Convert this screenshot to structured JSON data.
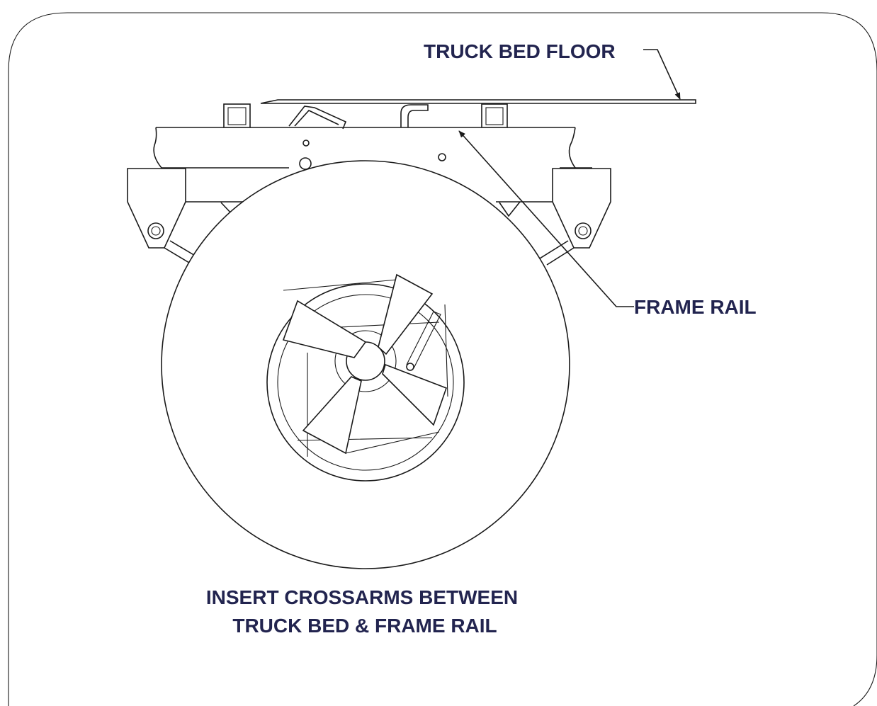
{
  "labels": {
    "truck_bed_floor": "TRUCK BED FLOOR",
    "frame_rail": "FRAME RAIL",
    "caption_line1": "INSERT CROSSARMS BETWEEN",
    "caption_line2": "TRUCK BED & FRAME RAIL"
  },
  "colors": {
    "label_text": "#22244f",
    "line_art": "#1a1a1a",
    "background": "#ffffff"
  }
}
